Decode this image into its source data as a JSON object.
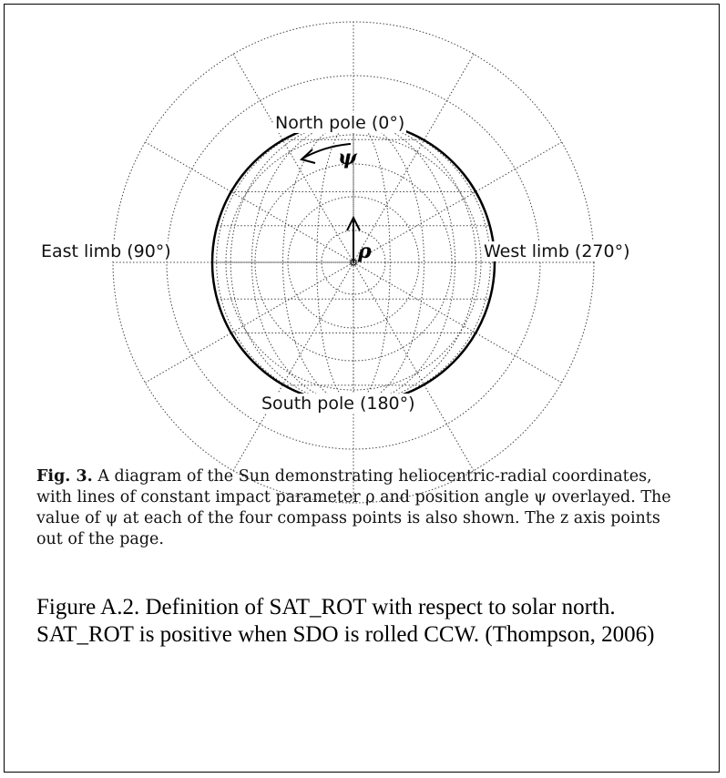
{
  "diagram": {
    "labels": {
      "north": "North pole (0°)",
      "south": "South pole (180°)",
      "east": "East limb (90°)",
      "west": "West limb (270°)"
    },
    "symbols": {
      "psi": "ψ",
      "rho": "ρ"
    }
  },
  "caption": {
    "fig_label": "Fig. 3.",
    "text": " A diagram of the Sun demonstrating heliocentric-radial coordinates, with lines of constant impact parameter ρ and position angle ψ overlayed. The value of ψ at each of the four compass points is also shown. The z axis points out of the page."
  },
  "note": {
    "text": "Figure A.2.  Definition of SAT_ROT with respect to solar north.  SAT_ROT is positive when SDO is rolled CCW.  (Thompson, 2006)"
  }
}
